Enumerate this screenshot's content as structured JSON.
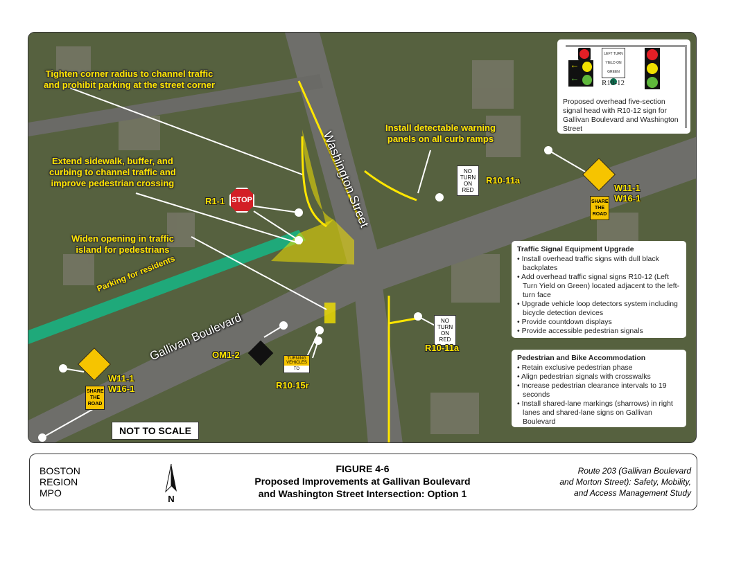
{
  "map": {
    "streets": {
      "washington": "Washington Street",
      "gallivan": "Gallivan Boulevard",
      "parking": "Parking for residents"
    },
    "annotations": {
      "corner": "Tighten corner radius to channel traffic\nand prohibit parking at the street corner",
      "sidewalk": "Extend sidewalk, buffer, and\ncurbing to channel traffic and\nimprove pedestrian crossing",
      "island": "Widen opening in traffic\nisland for pedestrians",
      "warning": "Install detectable warning\npanels on all curb ramps"
    },
    "sign_codes": {
      "stop": "R1-1",
      "stop_text": "STOP",
      "r1011a_top": "R10-11a",
      "r1011a_bottom": "R10-11a",
      "w111_right": "W11-1",
      "w161_right": "W16-1",
      "w111_left": "W11-1",
      "w161_left": "W16-1",
      "om12": "OM1-2",
      "r1015r": "R10-15r"
    },
    "no_turn_sign": "NO TURN ON RED",
    "share_sign": "SHARE THE ROAD",
    "turning_sign": {
      "top": "TURNING VEHICLES",
      "bottom": "TO"
    },
    "not_to_scale": "NOT TO SCALE",
    "signal_box": {
      "r1012_sign": "LEFT TURN YIELD ON GREEN",
      "r1012_code": "R10-12",
      "caption": "Proposed overhead five-section signal head with R10-12 sign for Gallivan Boulevard and Washington Street"
    },
    "traffic_box": {
      "title": "Traffic Signal Equipment Upgrade",
      "items": [
        "Install overhead traffic signs with dull black backplates",
        "Add overhead traffic signal signs R10-12 (Left Turn Yield on Green) located adjacent to the left-turn face",
        "Upgrade vehicle loop detectors system including bicycle detection devices",
        "Provide countdown displays",
        "Provide accessible pedestrian signals"
      ]
    },
    "ped_box": {
      "title": "Pedestrian and Bike Accommodation",
      "items": [
        "Retain exclusive pedestrian phase",
        "Align pedestrian signals with crosswalks",
        "Increase pedestrian clearance intervals to 19 seconds",
        "Install shared-lane markings (sharrows) in right lanes and shared-lane signs on Gallivan Boulevard"
      ]
    },
    "colors": {
      "annotation": "#ffe600",
      "proposed_area": "#f2e100",
      "parking": "#1fa97a"
    }
  },
  "caption": {
    "org": "BOSTON\nREGION\nMPO",
    "north": "N",
    "figure": "FIGURE 4-6",
    "title1": "Proposed Improvements at Gallivan Boulevard",
    "title2": "and Washington Street Intersection: Option 1",
    "study1": "Route 203 (Gallivan Boulevard",
    "study2": "and Morton Street): Safety, Mobility,",
    "study3": "and Access Management Study"
  }
}
